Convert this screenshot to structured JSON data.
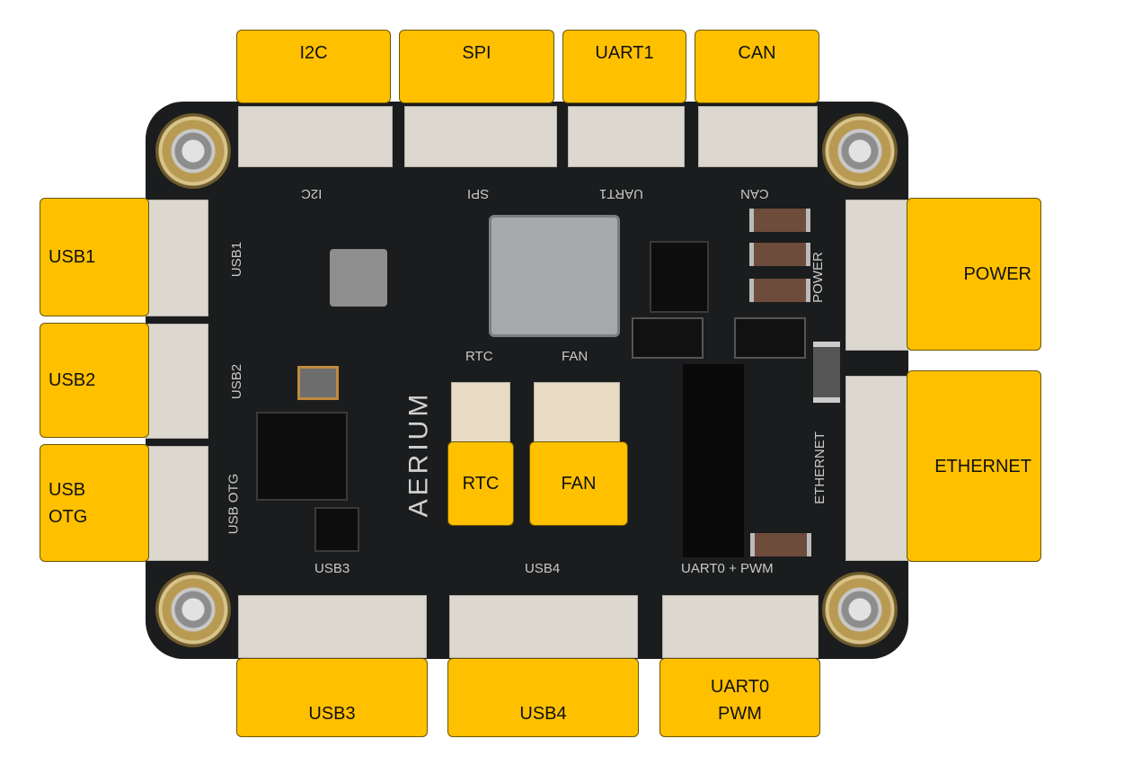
{
  "callouts": {
    "i2c": "I2C",
    "spi": "SPI",
    "uart1": "UART1",
    "can": "CAN",
    "usb1": "USB1",
    "usb2": "USB2",
    "usb_otg_line1": "USB",
    "usb_otg_line2": "OTG",
    "power": "POWER",
    "ethernet": "ETHERNET",
    "rtc": "RTC",
    "fan": "FAN",
    "usb3": "USB3",
    "usb4": "USB4",
    "uart0_line1": "UART0",
    "uart0_line2": "PWM"
  },
  "silkscreen": {
    "i2c": "I2C",
    "spi": "SPI",
    "uart1": "UART1",
    "can": "CAN",
    "usb1": "USB1",
    "usb2": "USB2",
    "usb_otg": "USB OTG",
    "power": "POWER",
    "ethernet": "ETHERNET",
    "rtc": "RTC",
    "fan": "FAN",
    "usb3": "USB3",
    "usb4": "USB4",
    "uart0_pwm": "UART0 + PWM",
    "brand": "AERIUM"
  },
  "colors": {
    "callout_fill": "#FFC000",
    "pcb": "#1b1c1d",
    "connector": "#dcd8cf"
  }
}
